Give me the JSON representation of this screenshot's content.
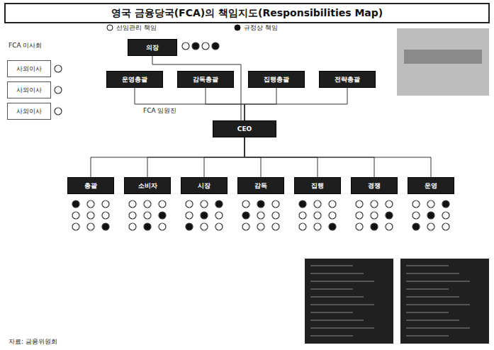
{
  "diagram": {
    "title": "영국 금융당국(FCA)의 책임지도(Responsibilities Map)",
    "nodes": [
      {
        "text": [
          "의장"
        ]
      },
      {
        "text": [
          "운영총괄"
        ]
      },
      {
        "text": [
          "감독총괄"
        ]
      },
      {
        "text": [
          "집행총괄"
        ]
      },
      {
        "text": [
          "전략총괄"
        ]
      },
      {
        "text": [
          "CEO"
        ]
      },
      {
        "text": [
          "총괄"
        ]
      },
      {
        "text": [
          "소비자"
        ]
      },
      {
        "text": [
          "시장"
        ]
      },
      {
        "text": [
          "감독"
        ]
      },
      {
        "text": [
          "집행"
        ]
      },
      {
        "text": [
          "경쟁"
        ]
      },
      {
        "text": [
          "운영"
        ]
      },
      {
        "text": [
          "사외이사"
        ]
      },
      {
        "text": [
          "사외이사"
        ]
      },
      {
        "text": [
          "사외이사"
        ]
      }
    ],
    "edges": [
      {
        "from": 0,
        "to": 5,
        "arrow": "none"
      },
      {
        "from": 5,
        "to": 1,
        "arrow": "none"
      },
      {
        "from": 5,
        "to": 2,
        "arrow": "none"
      },
      {
        "from": 5,
        "to": 3,
        "arrow": "none"
      },
      {
        "from": 5,
        "to": 4,
        "arrow": "none"
      },
      {
        "from": 5,
        "to": 6,
        "arrow": "none"
      },
      {
        "from": 5,
        "to": 7,
        "arrow": "none"
      },
      {
        "from": 5,
        "to": 8,
        "arrow": "none"
      },
      {
        "from": 5,
        "to": 9,
        "arrow": "none"
      },
      {
        "from": 5,
        "to": 10,
        "arrow": "none"
      },
      {
        "from": 5,
        "to": 11,
        "arrow": "none"
      },
      {
        "from": 5,
        "to": 12,
        "arrow": "none"
      }
    ],
    "labels": [
      "FCA 이사회",
      "FCA 임원진",
      "자료: 금융위원회"
    ],
    "legend": [
      {
        "text": "선임관리 책임"
      },
      {
        "text": "규정상 책임"
      }
    ]
  }
}
